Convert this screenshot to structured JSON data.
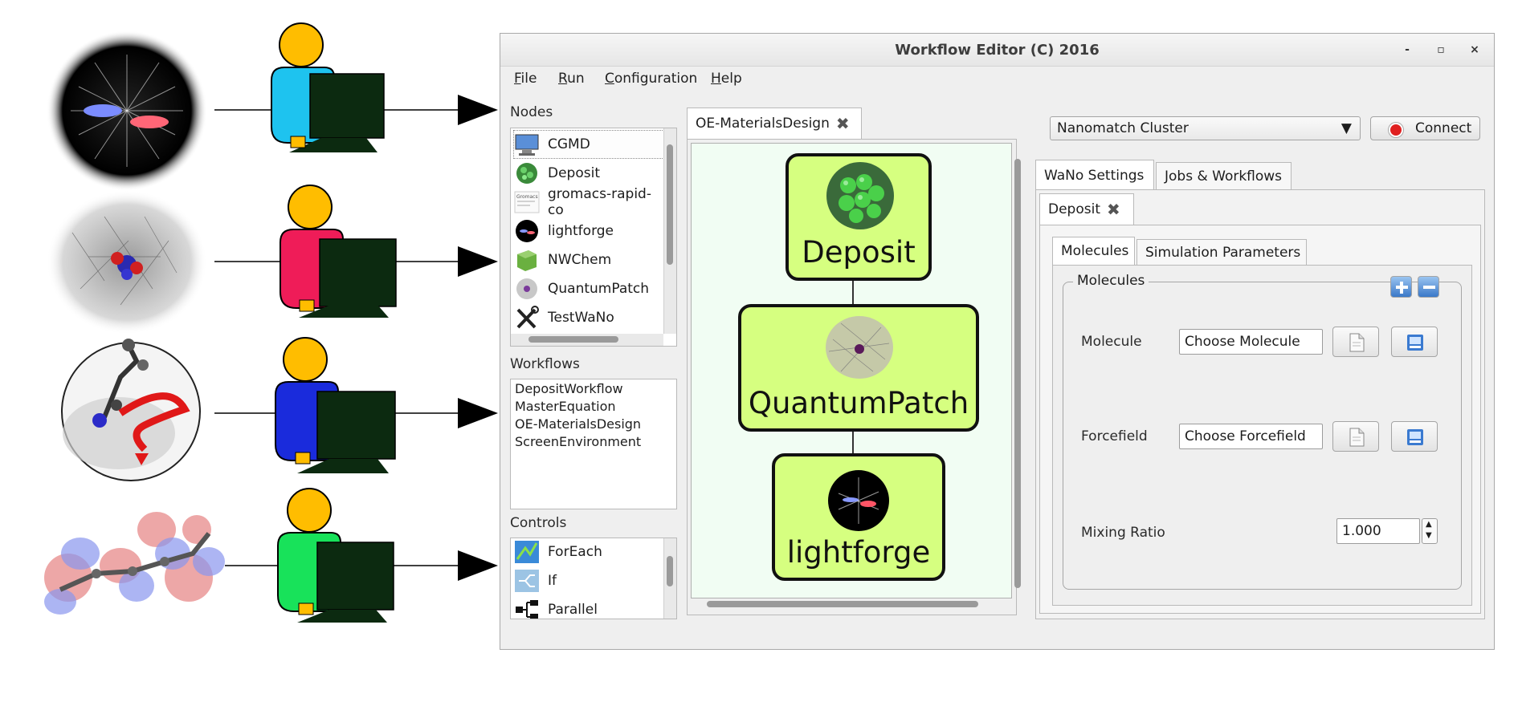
{
  "window": {
    "title": "Workflow Editor (C) 2016",
    "controls": {
      "minimize": "-",
      "maximize": "▫",
      "close": "×"
    }
  },
  "menu": [
    {
      "pre": "",
      "ul": "F",
      "post": "ile"
    },
    {
      "pre": "",
      "ul": "R",
      "post": "un"
    },
    {
      "pre": "",
      "ul": "C",
      "post": "onfiguration"
    },
    {
      "pre": "",
      "ul": "H",
      "post": "elp"
    }
  ],
  "nodes": {
    "label": "Nodes",
    "items": [
      "CGMD",
      "Deposit",
      "gromacs-rapid-co",
      "lightforge",
      "NWChem",
      "QuantumPatch",
      "TestWaNo"
    ]
  },
  "workflows": {
    "label": "Workflows",
    "items": [
      "DepositWorkflow",
      "MasterEquation",
      "OE-MaterialsDesign",
      "ScreenEnvironment"
    ]
  },
  "controls": {
    "label": "Controls",
    "items": [
      "ForEach",
      "If",
      "Parallel"
    ]
  },
  "editor": {
    "tab": "OE-MaterialsDesign",
    "nodes": [
      "Deposit",
      "QuantumPatch",
      "lightforge"
    ]
  },
  "cluster": {
    "selected": "Nanomatch Cluster",
    "connect_label": "Connect",
    "status_color": "#e02020"
  },
  "right_tabs": [
    "WaNo Settings",
    "Jobs & Workflows"
  ],
  "wano_tab": "Deposit",
  "sub_tabs": [
    "Molecules",
    "Simulation Parameters"
  ],
  "molecules_group": {
    "title": "Molecules",
    "molecule_label": "Molecule",
    "molecule_value": "Choose Molecule",
    "forcefield_label": "Forcefield",
    "forcefield_value": "Choose Forcefield",
    "mixing_label": "Mixing Ratio",
    "mixing_value": "1.000"
  },
  "colors": {
    "user_shirts": [
      "#1ec3ef",
      "#ef1c58",
      "#1a2bdc",
      "#18e25a"
    ],
    "node_fill": "#d6ff80",
    "canvas_bg": "#f1fdf3"
  },
  "icons": [
    "cgmd-icon",
    "deposit-icon",
    "gromacs-icon",
    "lightforge-icon",
    "nwchem-icon",
    "quantumpatch-icon",
    "tools-icon",
    "foreach-icon",
    "if-icon",
    "parallel-icon"
  ]
}
